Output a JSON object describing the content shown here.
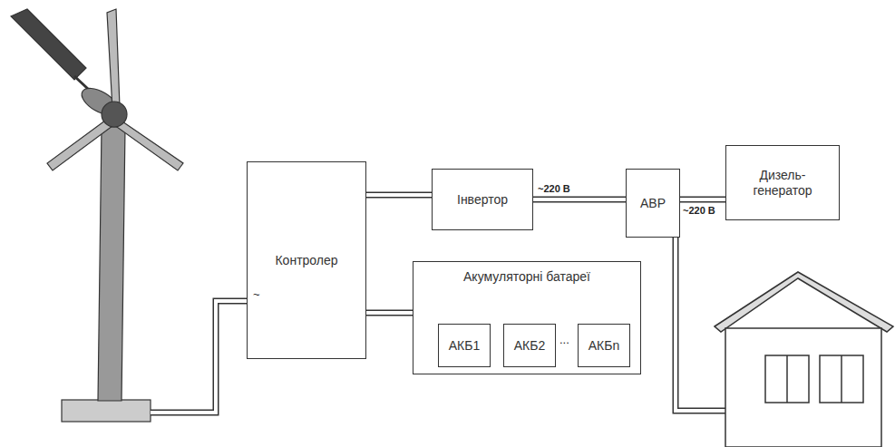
{
  "diagram": {
    "nodes": [
      {
        "text": [
          "Контролер"
        ]
      },
      {
        "text": [
          "Інвертор"
        ]
      },
      {
        "text": [
          "АВР"
        ]
      },
      {
        "text": [
          "Дизель-генератор"
        ]
      },
      {
        "text": [
          "Акумуляторні батареї"
        ]
      },
      {
        "text": [
          "АКБ1"
        ],
        "in": 4
      },
      {
        "text": [
          "АКБ2"
        ],
        "in": 4
      },
      {
        "text": [
          "АКБn"
        ],
        "in": 4
      }
    ],
    "edges": [
      {
        "from": 0,
        "to": 1,
        "arrow": "none"
      },
      {
        "from": 0,
        "to": 4,
        "arrow": "none"
      },
      {
        "from": 1,
        "to": 2,
        "label": "~220 В",
        "arrow": "none"
      },
      {
        "from": 2,
        "to": 3,
        "label": "~220 В",
        "arrow": "none"
      }
    ],
    "labels": [
      "~",
      "..."
    ]
  }
}
